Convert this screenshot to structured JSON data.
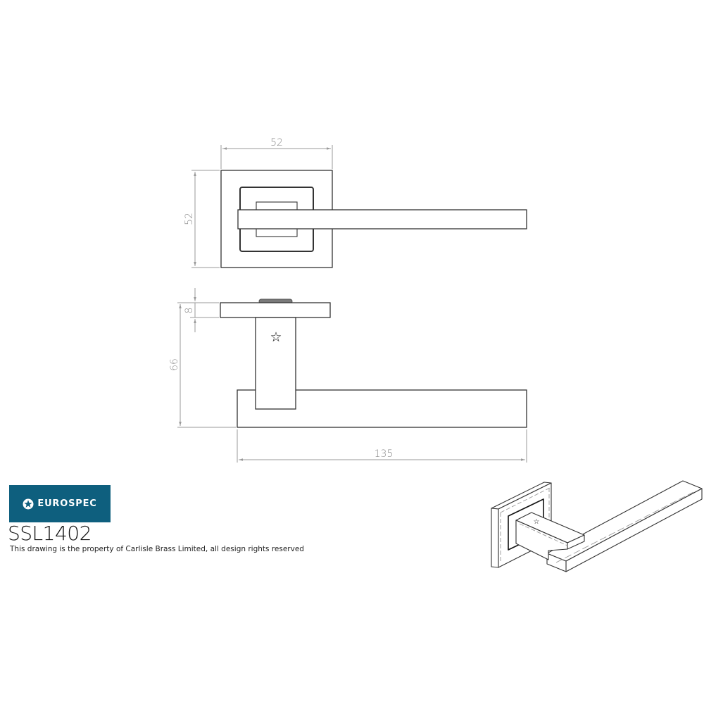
{
  "drawing": {
    "title": "SSL1402",
    "views": {
      "top_view": {
        "dimensions": {
          "width_label": "52",
          "height_label": "52"
        }
      },
      "side_view": {
        "dimensions": {
          "rose_thickness_label": "8",
          "projection_label": "66",
          "lever_length_label": "135"
        },
        "marker_symbol": "☆"
      },
      "isometric_view": {
        "marker_symbol": "☆"
      }
    },
    "colors": {
      "line": "#333333",
      "dimension_line": "#9a9a9a",
      "brand": "#0e5f7e",
      "spindle_pill": "#7a7a7a"
    }
  },
  "brand": {
    "name": "EUROSPEC",
    "icon": "star-circle-icon"
  },
  "footer": {
    "product_code": "SSL1402",
    "copyright": "This drawing is the property of Carlisle Brass Limited, all design rights reserved"
  }
}
